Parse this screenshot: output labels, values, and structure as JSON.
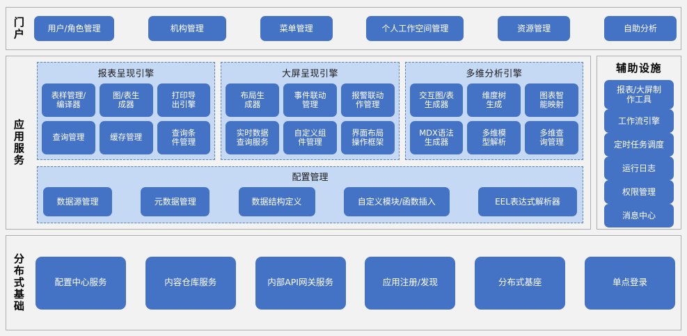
{
  "colors": {
    "button": "#4472C4",
    "panel": "#C5D9F4",
    "band_bg": "#F2F2F2",
    "band_border": "#AEAEAE",
    "panel_border": "#5B7FB5",
    "button_text": "#FFFFFF"
  },
  "portal": {
    "label": "门户",
    "items": [
      {
        "label": "用户/角色管理"
      },
      {
        "label": "机构管理"
      },
      {
        "label": "菜单管理"
      },
      {
        "label": "个人工作空间管理"
      },
      {
        "label": "资源管理"
      },
      {
        "label": "自助分析"
      }
    ]
  },
  "app_services": {
    "label": "应用服务",
    "engines": [
      {
        "title": "报表呈现引擎",
        "items": [
          {
            "label": "表样管理/\n编译器"
          },
          {
            "label": "图/表生\n成器"
          },
          {
            "label": "打印导\n出引擎"
          },
          {
            "label": "查询管理"
          },
          {
            "label": "缓存管理"
          },
          {
            "label": "查询条\n件管理"
          }
        ]
      },
      {
        "title": "大屏呈现引擎",
        "items": [
          {
            "label": "布局生\n成器"
          },
          {
            "label": "事件联动\n管理"
          },
          {
            "label": "报警联动\n作管理"
          },
          {
            "label": "实时数据\n查询服务"
          },
          {
            "label": "自定义组\n件管理"
          },
          {
            "label": "界面布局\n操作框架"
          }
        ]
      },
      {
        "title": "多维分析引擎",
        "items": [
          {
            "label": "交互图/表\n生成器"
          },
          {
            "label": "维度树\n生成"
          },
          {
            "label": "图表智\n能映射"
          },
          {
            "label": "MDX语法\n生成器"
          },
          {
            "label": "多维模\n型解析"
          },
          {
            "label": "多维查\n询管理"
          }
        ]
      }
    ],
    "config": {
      "title": "配置管理",
      "items": [
        {
          "label": "数据源管理"
        },
        {
          "label": "元数据管理"
        },
        {
          "label": "数据结构定义"
        },
        {
          "label": "自定义模块/函数插入"
        },
        {
          "label": "EEL表达式解析器"
        }
      ]
    }
  },
  "aux": {
    "title": "辅助设施",
    "items": [
      {
        "label": "报表/大屏制\n作工具"
      },
      {
        "label": "工作流引擎"
      },
      {
        "label": "定时任务调度"
      },
      {
        "label": "运行日志"
      },
      {
        "label": "权限管理"
      },
      {
        "label": "消息中心"
      }
    ]
  },
  "infrastructure": {
    "label": "分布式基础",
    "items": [
      {
        "label": "配置中心服务"
      },
      {
        "label": "内容仓库服务"
      },
      {
        "label": "内部API网关服务"
      },
      {
        "label": "应用注册/发现"
      },
      {
        "label": "分布式基座"
      },
      {
        "label": "单点登录"
      }
    ]
  }
}
